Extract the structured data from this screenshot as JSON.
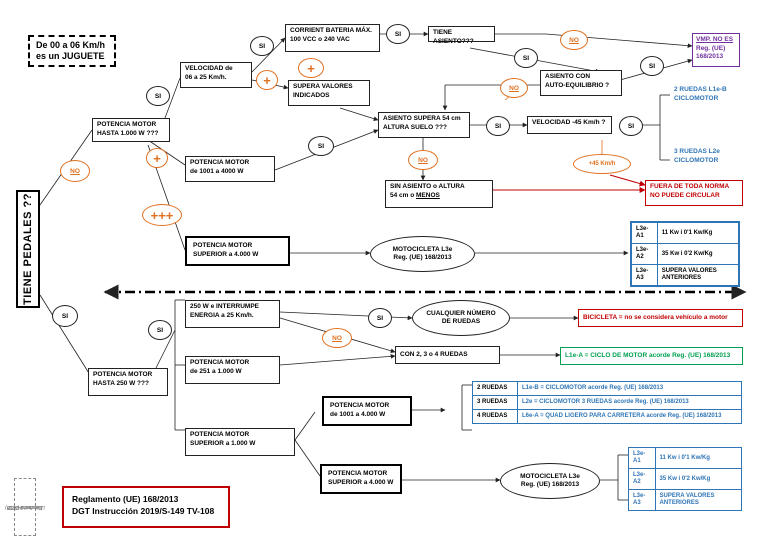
{
  "header_note": {
    "line1": "De 00 a 06 Km/h",
    "line2": "es un JUGUETE"
  },
  "root": {
    "label": "TIENE PEDALES ??"
  },
  "labels": {
    "yes": "SI",
    "no": "NO",
    "plus": "+",
    "triple_plus": "+++",
    "over45": "+45 Km/h"
  },
  "upper": {
    "potencia_1000": {
      "line1": "POTENCIA MOTOR",
      "line2": "HASTA 1.000 W ???"
    },
    "velocidad_25": {
      "line1": "VELOCIDAD de",
      "line2": "06 a 25 Km/h."
    },
    "corriente": {
      "line1": "CORRIENT BATERIA MÁX.",
      "line2": "100 VCC o 240 VAC"
    },
    "supera_valores": {
      "line1": "SUPERA VALORES",
      "line2": "INDICADOS"
    },
    "tiene_asiento": {
      "text": "TIENE ASIENTO???"
    },
    "vmp": {
      "line1": "VMP. NO ES",
      "line2": "Reg. (UE)",
      "line3": "168/2013"
    },
    "asiento_equilibrio": {
      "line1": "ASIENTO CON",
      "line2": "AUTO-EQUILIBRIO ?"
    },
    "asiento_supera": {
      "line1": "ASIENTO SUPERA 54 cm",
      "line2": "ALTURA SUELO ???"
    },
    "velocidad_45": {
      "text": "VELOCIDAD -45 Km/h ?"
    },
    "l1e_b": {
      "line1": "2 RUEDAS L1e-B",
      "line2": "CICLOMOTOR"
    },
    "l2e": {
      "line1": "3 RUEDAS L2e",
      "line2": "CICLOMOTOR"
    },
    "potencia_1001_4000": {
      "line1": "POTENCIA MOTOR",
      "line2": "de 1001 a 4000 W"
    },
    "sin_asiento": {
      "line1": "SIN ASIENTO o ALTURA",
      "line2_a": "54 cm o ",
      "line2_b": "MENOS"
    },
    "fuera_norma": {
      "line1": "FUERA DE TODA NORMA",
      "line2": "NO PUEDE CIRCULAR"
    },
    "potencia_superior_4000": {
      "line1": "POTENCIA MOTOR",
      "line2": "SUPERIOR a  4.000 W"
    },
    "moto_l3e": {
      "line1": "MOTOCICLETA L3e",
      "line2": "Reg. (UE) 168/2013"
    },
    "l3e_table": [
      {
        "code": "L3e-A1",
        "desc": "11 Kw i 0'1 Kw/Kg"
      },
      {
        "code": "L3e-A2",
        "desc": "35 Kw i 0'2 Kw/Kg"
      },
      {
        "code": "L3e-A3",
        "desc": "SUPERA VALORES ANTERIORES"
      }
    ]
  },
  "lower": {
    "potencia_250": {
      "line1": "POTENCIA MOTOR",
      "line2": "HASTA 250 W ???"
    },
    "w250_interrumpe": {
      "line1": "250 W e INTERRUMPE",
      "line2": "ENERGIA a 25 Km/h."
    },
    "cualquier_ruedas": {
      "line1": "CUALQUIER NÚMERO",
      "line2": "DE RUEDAS"
    },
    "bicicleta": {
      "text": "BICICLETA = no se considera vehículo a motor"
    },
    "potencia_251_1000": {
      "line1": "POTENCIA MOTOR",
      "line2": "de 251 a 1.000 W"
    },
    "con_ruedas": {
      "text": "CON 2, 3 o 4 RUEDAS"
    },
    "l1e_a": {
      "text": "L1e-A  = CICLO DE MOTOR acorde Reg. (UE) 168/2013"
    },
    "potencia_sup_1000": {
      "line1": "POTENCIA MOTOR",
      "line2": "SUPERIOR a 1.000 W"
    },
    "potencia_1001_4000": {
      "line1": "POTENCIA MOTOR",
      "line2": "de 1001 a 4.000 W"
    },
    "ruedas_table": [
      {
        "key": "2 RUEDAS",
        "value": "L1e-B = CICLOMOTOR acorde Reg. (UE) 168/2013"
      },
      {
        "key": "3 RUEDAS",
        "value": "L2e = CICLOMOTOR 3 RUEDAS acorde Reg. (UE) 168/2013"
      },
      {
        "key": "4 RUEDAS",
        "value": "L6e-A = QUAD LIGERO PARA CARRETERA acorde Reg. (UE) 168/2013"
      }
    ],
    "potencia_sup_4000": {
      "line1": "POTENCIA MOTOR",
      "line2": "SUPERIOR a 4.000 W"
    },
    "moto_l3e": {
      "line1": "MOTOCICLETA L3e",
      "line2": "Reg. (UE) 168/2013"
    },
    "l3e_table": [
      {
        "code": "L3e-A1",
        "desc": "11 Kw i 0'1 Kw/Kg"
      },
      {
        "code": "L3e-A2",
        "desc": "35 Kw i 0'2 Kw/Kg"
      },
      {
        "code": "L3e-A3",
        "desc": "SUPERA VALORES ANTERIORES"
      }
    ]
  },
  "reglamento": {
    "line1": "Reglamento (UE) 168/2013",
    "line2": "DGT Instrucción 2019/S-149 TV-108"
  },
  "author": {
    "line1": "Lluís Serra (GUB)",
    "line2": "Caporal 24.452",
    "line3": "Desembre 2019"
  },
  "colors": {
    "orange": "#e07020",
    "blue": "#2e75b6",
    "red": "#c00000",
    "green": "#00a050",
    "purple": "#7030a0"
  }
}
